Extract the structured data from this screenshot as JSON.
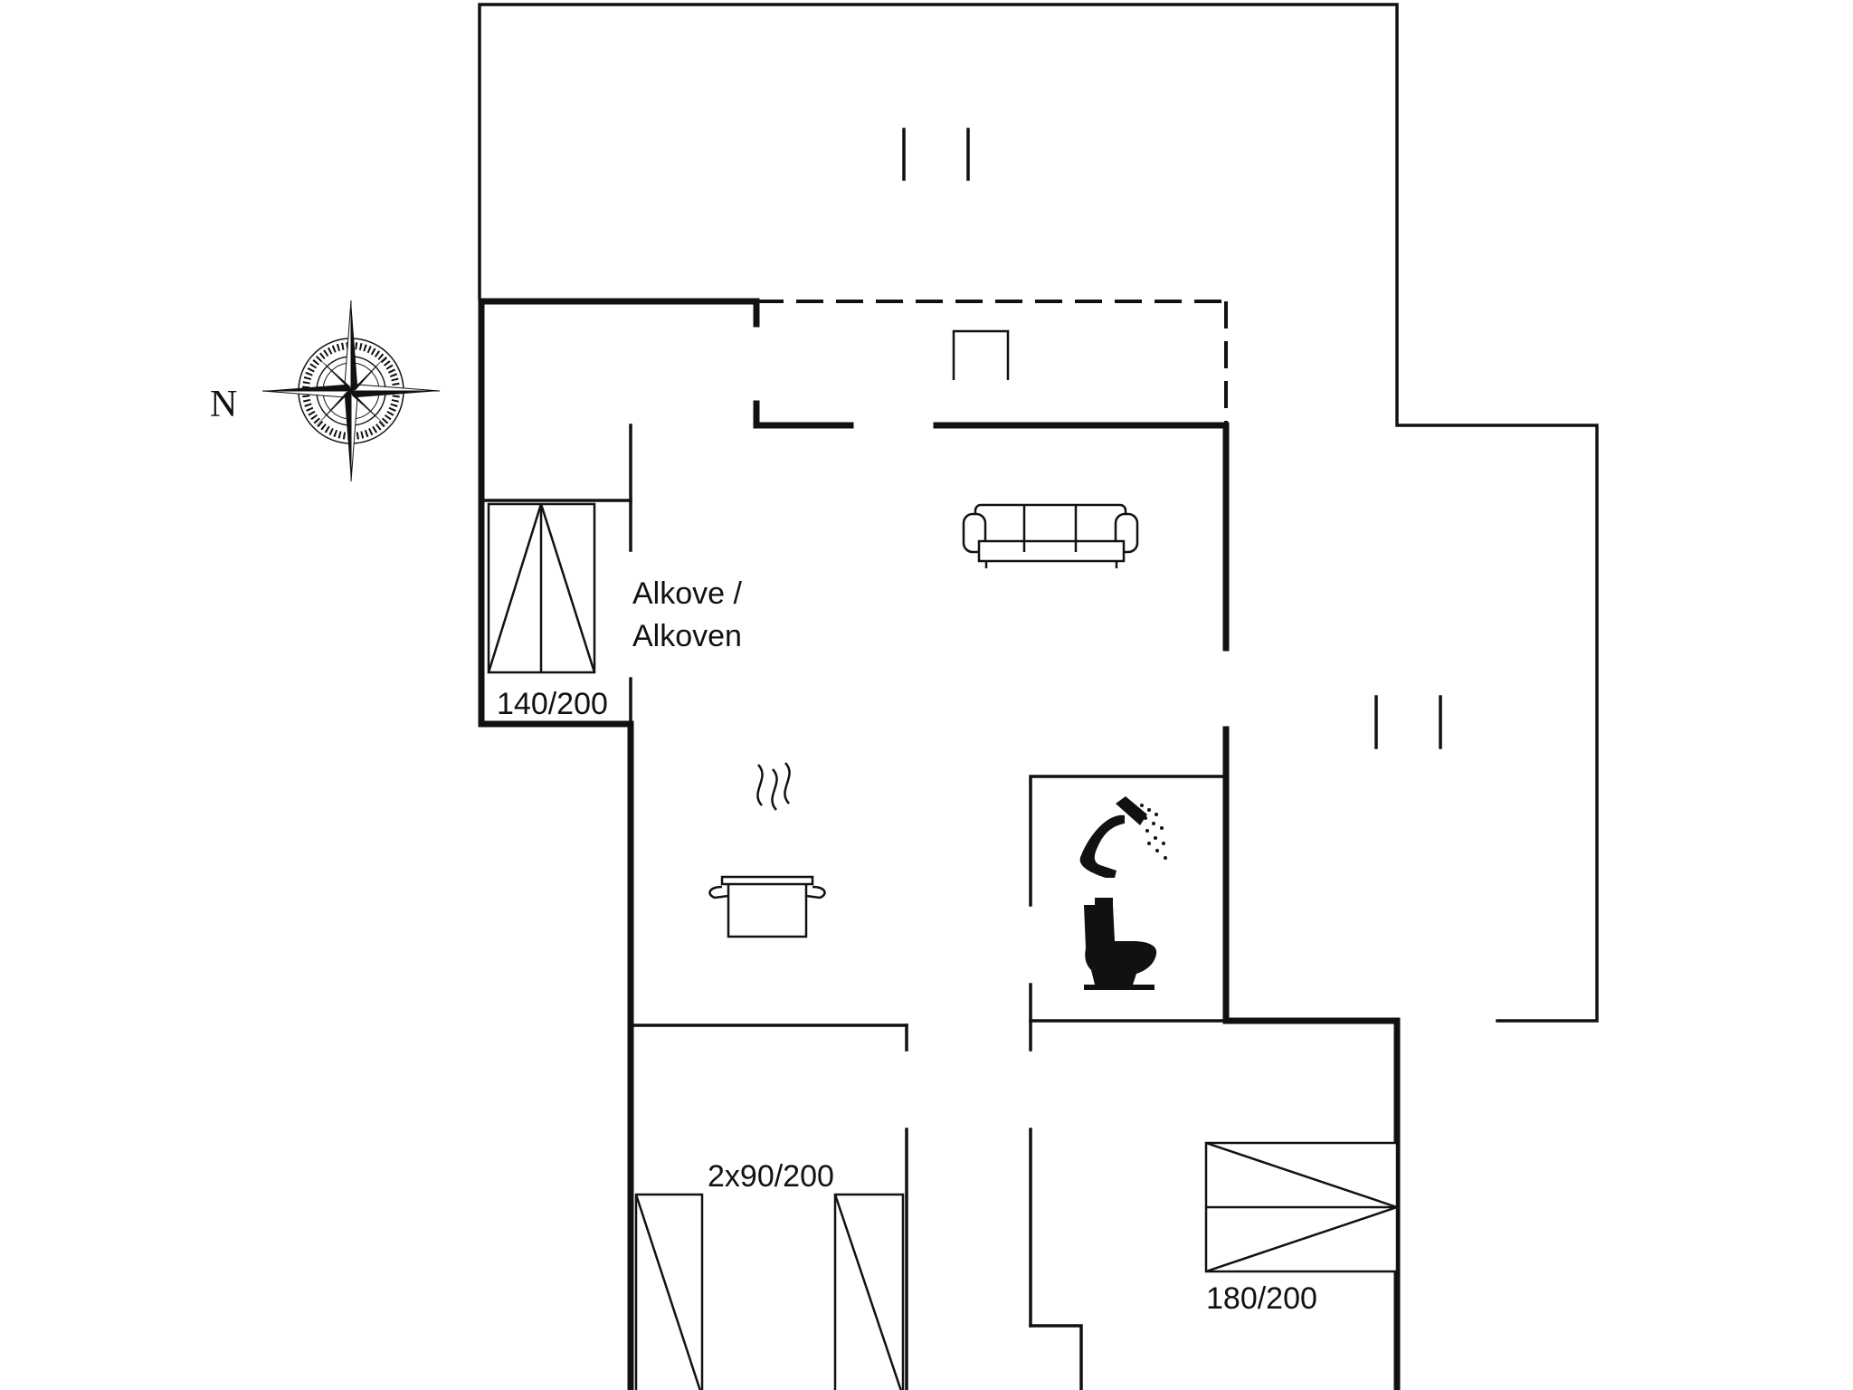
{
  "labels": {
    "alcove_line1": "Alkove /",
    "alcove_line2": "Alkoven",
    "alcove_bed": "140/200",
    "bedroom2_bed": "2x90/200",
    "bedroom1_bed": "180/200"
  },
  "compass": {
    "north_letter": "N"
  },
  "icons": {
    "sofa": "sofa-icon",
    "cooking_pot": "cooking-pot-icon",
    "shower": "shower-icon",
    "toilet": "toilet-icon",
    "compass_rose": "compass-rose-icon"
  },
  "colors": {
    "lines": "#111111",
    "background": "#ffffff"
  }
}
